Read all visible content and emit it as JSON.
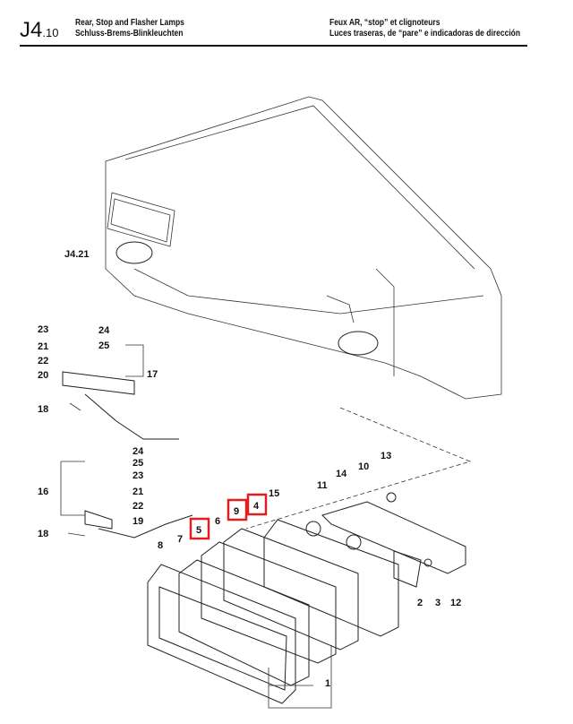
{
  "header": {
    "section_code": "J4",
    "section_sub": ".10",
    "title_en": "Rear, Stop and Flasher Lamps",
    "title_de": "Schluss-Brems-Blinkleuchten",
    "title_fr": "Feux AR, “stop” et clignoteurs",
    "title_es": "Luces traseras, de “pare” e indicadoras de dirección"
  },
  "diagram": {
    "reference": "J4.21",
    "callouts": [
      "23",
      "21",
      "22",
      "20",
      "18",
      "24",
      "25",
      "17",
      "24",
      "25",
      "23",
      "16",
      "21",
      "22",
      "19",
      "18",
      "8",
      "7",
      "6",
      "5",
      "9",
      "4",
      "15",
      "11",
      "14",
      "10",
      "13",
      "2",
      "3",
      "12",
      "1"
    ],
    "highlighted": [
      "5",
      "9",
      "4"
    ],
    "highlight_color": "#e02020"
  }
}
